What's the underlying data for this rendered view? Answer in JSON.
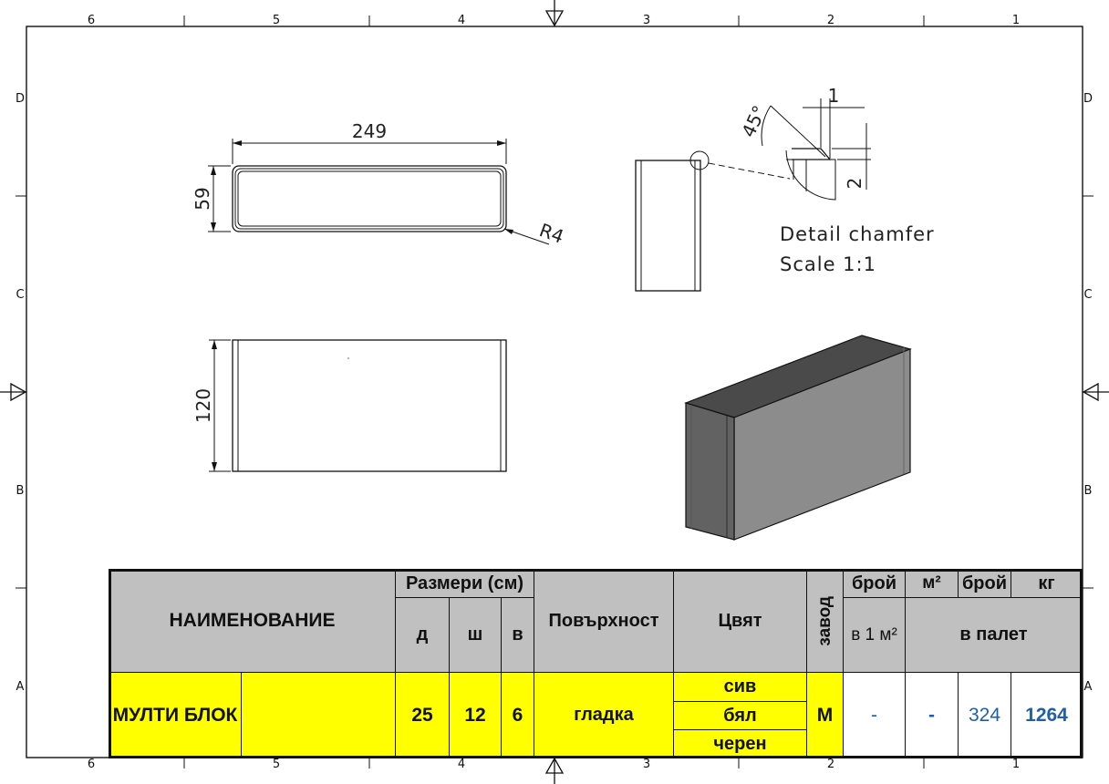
{
  "frame": {
    "columns_top": [
      "6",
      "5",
      "4",
      "3",
      "2",
      "1"
    ],
    "columns_bottom": [
      "6",
      "5",
      "4",
      "3",
      "2",
      "1"
    ],
    "rows_left": [
      "D",
      "C",
      "B",
      "A"
    ],
    "rows_right": [
      "D",
      "C",
      "B",
      "A"
    ]
  },
  "drawing": {
    "dim_length": "249",
    "dim_height": "59",
    "dim_radius": "R4",
    "dim_depth": "120",
    "detail_angle": "45°",
    "detail_1": "1",
    "detail_2": "2",
    "detail_title": "Detail chamfer",
    "detail_scale": "Scale 1:1"
  },
  "table": {
    "header": {
      "name": "НАИМЕНОВАНИЕ",
      "sizes": "Размери (см)",
      "d": "д",
      "sh": "ш",
      "v": "в",
      "surface": "Повърхност",
      "color": "Цвят",
      "plant": "завод",
      "pcs": "брой",
      "pcs_sub": "в 1 м²",
      "m2": "м²",
      "pcs2": "брой",
      "kg": "кг",
      "pallet": "в палет"
    },
    "row": {
      "name": "МУЛТИ БЛОК",
      "name2": "",
      "d": "25",
      "sh": "12",
      "v": "6",
      "surface": "гладка",
      "colors": [
        "сив",
        "бял",
        "черен"
      ],
      "plant": "М",
      "pcs_per_m2": "-",
      "m2_per_pallet": "-",
      "pcs_per_pallet": "324",
      "kg_per_pallet": "1264"
    }
  }
}
